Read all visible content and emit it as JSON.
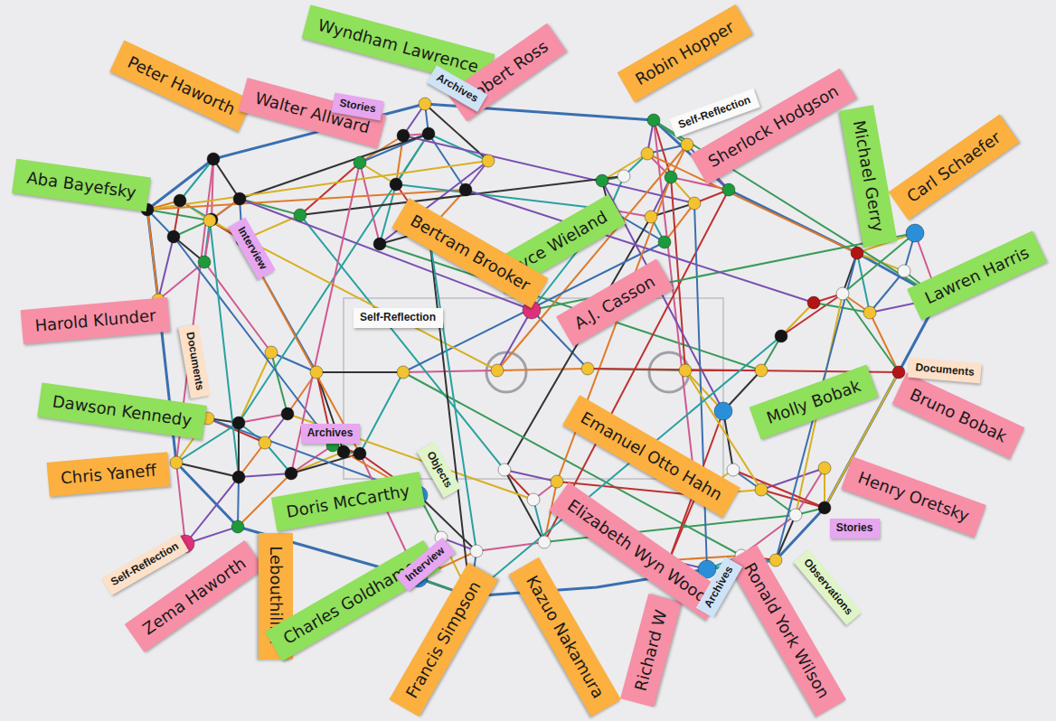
{
  "diagram": {
    "nodes": [
      {
        "text": [
          "Wyndham Lawrence"
        ]
      },
      {
        "text": [
          "Peter Haworth"
        ]
      },
      {
        "text": [
          "Walter Allward"
        ]
      },
      {
        "text": [
          "Robert Ross"
        ]
      },
      {
        "text": [
          "Robin Hopper"
        ]
      },
      {
        "text": [
          "Sherlock Hodgson"
        ]
      },
      {
        "text": [
          "Michael Gerry"
        ]
      },
      {
        "text": [
          "Carl Schaefer"
        ]
      },
      {
        "text": [
          "Lawren Harris"
        ]
      },
      {
        "text": [
          "Aba Bayefsky"
        ]
      },
      {
        "text": [
          "Harold Klunder"
        ]
      },
      {
        "text": [
          "Dawson Kennedy"
        ]
      },
      {
        "text": [
          "Chris Yaneff"
        ]
      },
      {
        "text": [
          "Zema Haworth"
        ]
      },
      {
        "text": [
          "Lebouthillier"
        ]
      },
      {
        "text": [
          "Charles Goldhamer"
        ]
      },
      {
        "text": [
          "Francis Simpson"
        ]
      },
      {
        "text": [
          "Kazuo Nakamura"
        ]
      },
      {
        "text": [
          "Richard W"
        ]
      },
      {
        "text": [
          "Ronald York Wilson"
        ]
      },
      {
        "text": [
          "Henry Oretsky"
        ]
      },
      {
        "text": [
          "Bruno Bobak"
        ]
      },
      {
        "text": [
          "Molly Bobak"
        ]
      },
      {
        "text": [
          "Emanuel Otto Hahn"
        ]
      },
      {
        "text": [
          "Elizabeth Wyn Wood"
        ]
      },
      {
        "text": [
          "Doris McCarthy"
        ]
      },
      {
        "text": [
          "Joyce Wieland"
        ]
      },
      {
        "text": [
          "A.J. Casson"
        ]
      },
      {
        "text": [
          "Bertram Brooker"
        ]
      },
      {
        "text": [
          "Stories"
        ]
      },
      {
        "text": [
          "Archives"
        ]
      },
      {
        "text": [
          "Self-Reflection"
        ]
      },
      {
        "text": [
          "Self-Reflection"
        ]
      },
      {
        "text": [
          "Documents"
        ]
      },
      {
        "text": [
          "Stories"
        ]
      },
      {
        "text": [
          "Observations"
        ]
      },
      {
        "text": [
          "Archives"
        ]
      },
      {
        "text": [
          "Interview"
        ]
      },
      {
        "text": [
          "Objects"
        ]
      },
      {
        "text": [
          "Archives"
        ]
      },
      {
        "text": [
          "Self-Reflection"
        ]
      },
      {
        "text": [
          "Documents"
        ]
      },
      {
        "text": [
          "Interview"
        ]
      }
    ]
  }
}
